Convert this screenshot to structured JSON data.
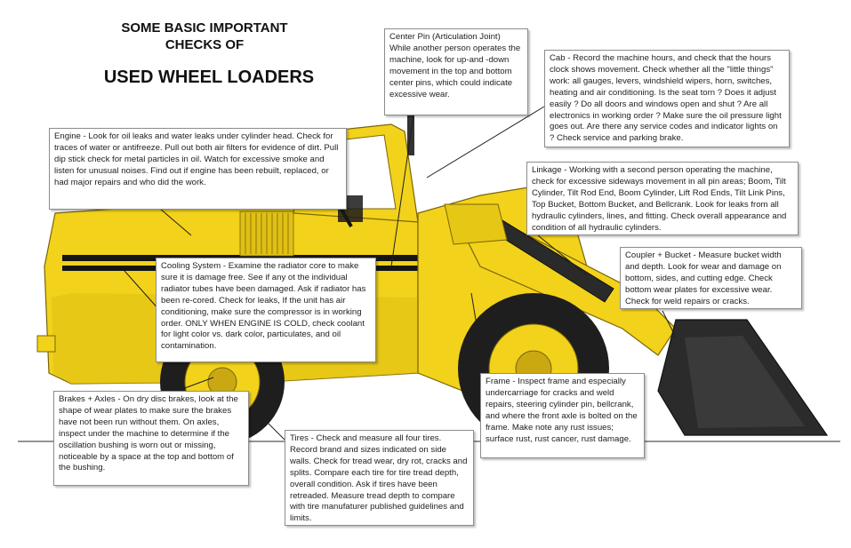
{
  "title": {
    "line1": "SOME BASIC IMPORTANT",
    "line2": "CHECKS OF",
    "main": "USED WHEEL LOADERS"
  },
  "colors": {
    "body_yellow": "#f2d21b",
    "shadow_yellow": "#c9a812",
    "tire_black": "#1e1e1e",
    "stripe_black": "#151515",
    "callout_border": "#8c8c8c"
  },
  "callouts": {
    "center_pin": "Center Pin (Articulation Joint) While another person operates the machine, look for up-and -down movement in the top and bottom center pins, which could indicate excessive wear.",
    "cab": "Cab - Record the machine hours, and check that the hours clock shows movement. Check whether all the \"little things\" work: all gauges, levers, windshield wipers, horn, switches, heating and air conditioning. Is the seat torn ? Does it adjust easily ? Do all doors and windows open and shut ? Are all electronics in working order ? Make sure the oil pressure light goes out. Are there any service codes and indicator lights on ? Check service and parking brake.",
    "engine": "Engine - Look for oil leaks and water leaks under cylinder head. Check for traces of water or antifreeze. Pull out both air filters for evidence of dirt. Pull dip stick check for metal particles in oil. Watch for excessive smoke and listen for unusual noises. Find out if engine has been rebuilt, replaced, or had major repairs and who did the work.",
    "linkage": "Linkage - Working with a second person operating the machine, check for excessive sideways movement in all pin areas; Boom, Tilt Cylinder, Tilt Rod End, Boom Cylinder, Lift Rod Ends, Tilt Link Pins, Top Bucket, Bottom Bucket, and Bellcrank. Look for leaks from all hydraulic cylinders, lines, and fitting. Check overall appearance and condition of all hydraulic cylinders.",
    "cooling": "Cooling System - Examine the radiator core to make sure it is damage free. See if any ot the individual radiator tubes have been damaged. Ask if radiator has been re-cored. Check for leaks, If the unit has air conditioning, make sure the compressor is in working order. ONLY WHEN ENGINE IS COLD, check coolant for light color vs. dark color, particulates, and oil contamination.",
    "coupler": "Coupler + Bucket - Measure bucket width and depth. Look for wear and damage on bottom, sides, and cutting edge. Check bottom wear plates for excessive wear. Check for weld repairs or cracks.",
    "frame": "Frame - Inspect frame and especially undercarriage for cracks and weld repairs, steering cylinder pin, bellcrank, and where the front axle is bolted on the frame. Make note any rust issues; surface rust, rust cancer, rust damage.",
    "brakes": "Brakes + Axles - On dry disc brakes, look at the shape of wear plates to make sure the brakes have not been run without them. On axles, inspect under the machine to determine if the oscillation bushing is worn out or missing, noticeable by a space at the top and bottom of the bushing.",
    "tires": "Tires - Check and measure all four tires. Record brand and sizes indicated on side walls. Check for tread wear, dry rot, cracks and splits. Compare each tire for tire tread depth, overall condition. Ask if tires have been retreaded. Measure tread depth to compare with tire manufaturer published guidelines and limits."
  }
}
